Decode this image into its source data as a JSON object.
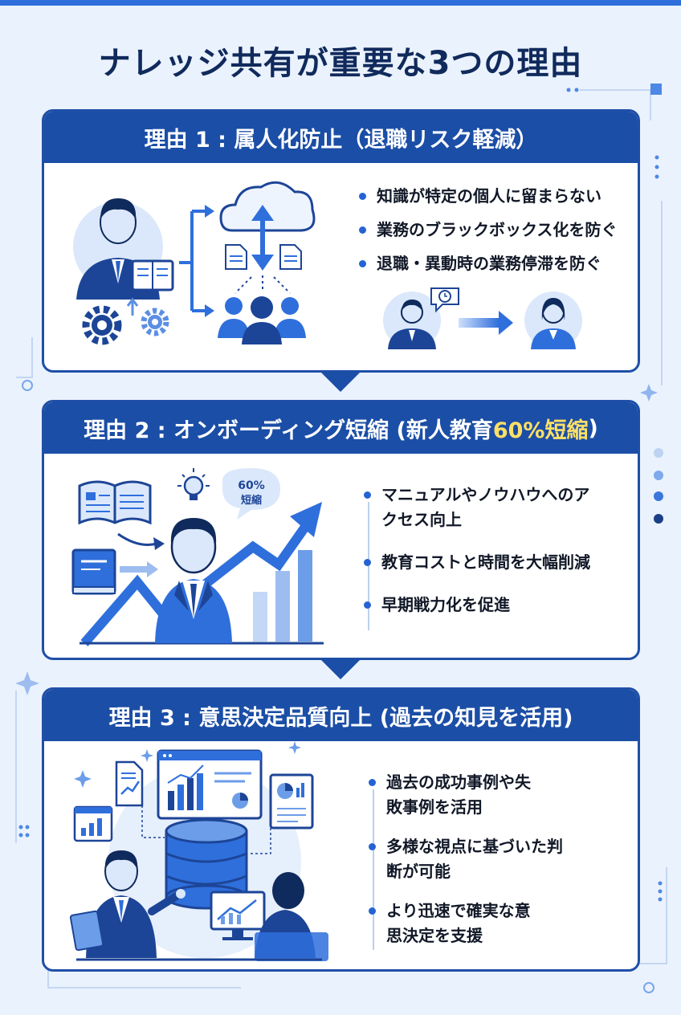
{
  "title": "ナレッジ共有が重要な3つの理由",
  "colors": {
    "primary": "#1b4ea6",
    "accent": "#2f6fdc",
    "light": "#dbe8fb",
    "highlight": "#ffe066",
    "background": "#eaf2fd"
  },
  "reasons": [
    {
      "header": "理由 1 : 属人化防止（退職リスク軽減）",
      "icons": [
        "businessman-with-book-icon",
        "gears-icon",
        "cloud-upload-icon",
        "document-icon",
        "team-icon",
        "handover-icon",
        "clock-icon"
      ],
      "bullets": [
        "知識が特定の個人に留まらない",
        "業務のブラックボックス化を防ぐ",
        "退職・異動時の業務停滞を防ぐ"
      ]
    },
    {
      "header_prefix": "理由 2 : オンボーディング短縮 (新人教育 ",
      "header_highlight": "60%短縮",
      "header_suffix": ")",
      "badge_value": "60%",
      "badge_label": "短縮",
      "icons": [
        "open-book-icon",
        "manual-book-icon",
        "lightbulb-icon",
        "businessman-icon",
        "growth-arrow-icon",
        "bar-chart-icon"
      ],
      "bullets": [
        "マニュアルやノウハウへのアクセス向上",
        "教育コストと時間を大幅削減",
        "早期戦力化を促進"
      ]
    },
    {
      "header": "理由 3 : 意思決定品質向上 (過去の知見を活用)",
      "icons": [
        "database-icon",
        "dashboard-icon",
        "report-icon",
        "presenter-icon",
        "analyst-icon",
        "monitor-chart-icon"
      ],
      "bullets": [
        "過去の成功事例や失敗事例を活用",
        "多様な視点に基づいた判断が可能",
        "より迅速で確実な意思決定を支援"
      ]
    }
  ]
}
